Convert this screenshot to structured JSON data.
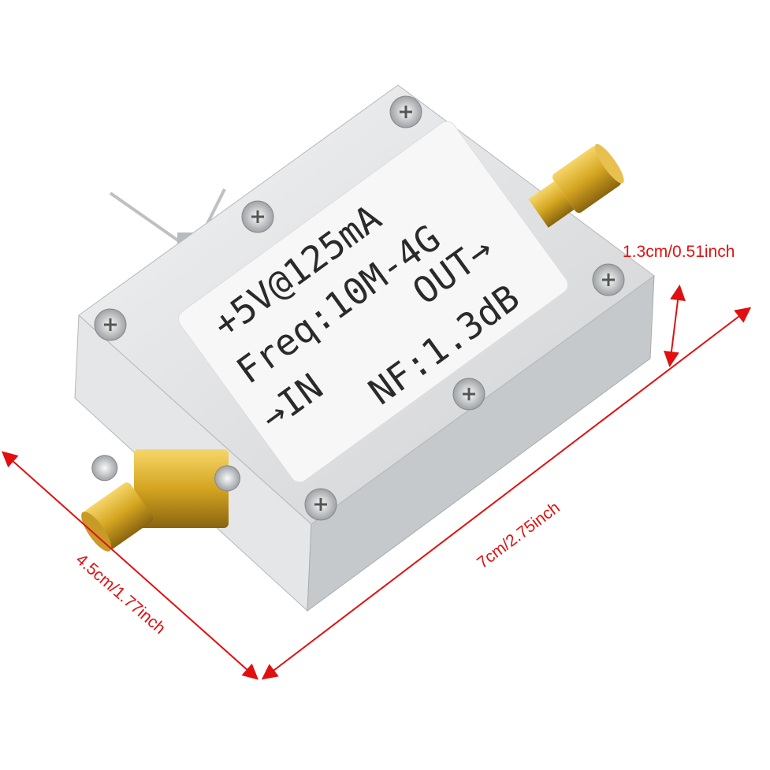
{
  "product_label": {
    "line1": "+5V@125mA",
    "line2": "Freq:10M-4G",
    "out": "OUT→",
    "in": "→IN",
    "line4": "NF:1.3dB"
  },
  "dimensions": {
    "height": "1.3cm/0.51inch",
    "length": "7cm/2.75inch",
    "width": "4.5cm/1.77inch"
  },
  "colors": {
    "dimension_line": "#e01010",
    "body": "#d9dbdd",
    "connector": "#d4a520"
  }
}
